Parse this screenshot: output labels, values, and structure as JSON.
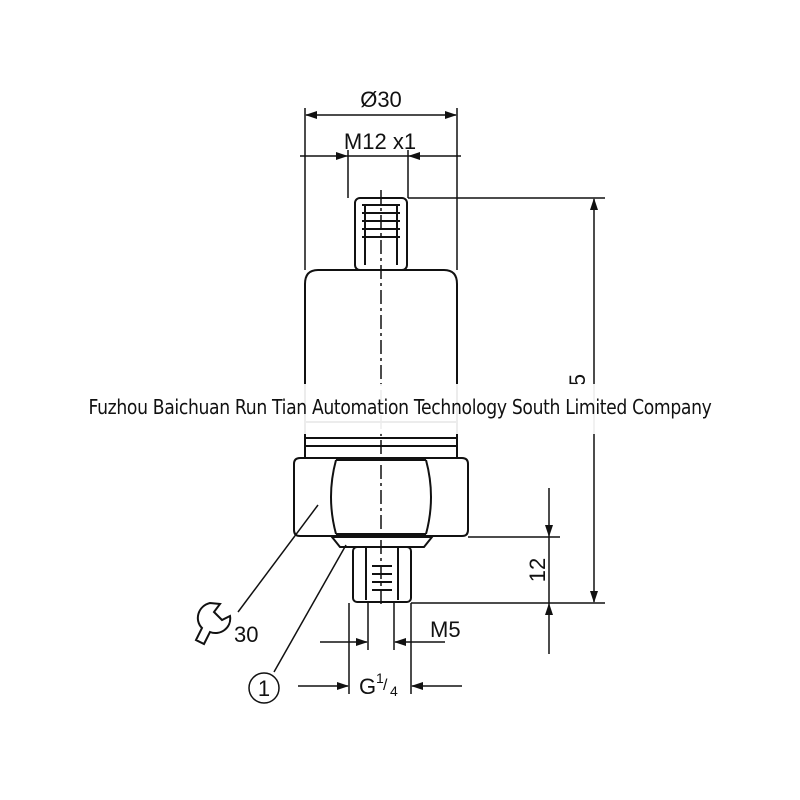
{
  "dimensions": {
    "body_diameter": "Ø30",
    "connector_thread": "M12 x1",
    "overall_length": "5",
    "thread_length": "12",
    "inner_thread": "M5",
    "process_thread_main": "G",
    "process_thread_num": "1",
    "process_thread_den": "4",
    "wrench_size": "30",
    "callout_number": "1"
  },
  "icons": {
    "wrench": "wrench-icon"
  },
  "watermark": "Fuzhou Baichuan Run Tian Automation Technology South Limited Company"
}
